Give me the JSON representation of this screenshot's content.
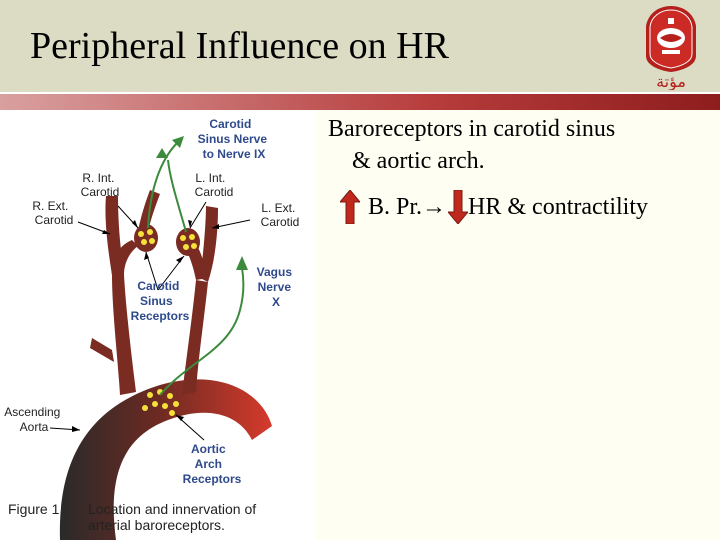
{
  "slide": {
    "title": "Peripheral Influence on HR",
    "logo_text": "مؤتة",
    "bullet1_line1": "Baroreceptors in carotid sinus",
    "bullet1_line2": "& aortic arch.",
    "bullet2_text1": "B. Pr.→",
    "bullet2_text2": "HR & contractility"
  },
  "figure": {
    "label_carotid_sinus_nerve": [
      "Carotid",
      "Sinus Nerve",
      "to Nerve IX"
    ],
    "label_r_int_carotid": [
      "R. Int.",
      "Carotid"
    ],
    "label_l_int_carotid": [
      "L. Int.",
      "Carotid"
    ],
    "label_r_ext_carotid": [
      "R. Ext.",
      "Carotid"
    ],
    "label_l_ext_carotid": [
      "L. Ext.",
      "Carotid"
    ],
    "label_carotid_sinus_receptors": [
      "Carotid",
      "Sinus",
      "Receptors"
    ],
    "label_vagus_nerve": [
      "Vagus",
      "Nerve",
      "X"
    ],
    "label_ascending_aorta": [
      "Ascending",
      "Aorta"
    ],
    "label_aortic_arch_receptors": [
      "Aortic",
      "Arch",
      "Receptors"
    ],
    "caption_prefix": "Figure 1.",
    "caption_line1": "Location and innervation of",
    "caption_line2": "arterial baroreceptors."
  },
  "colors": {
    "title_band": "#dcdcc4",
    "separator": "#b73c3c",
    "artery": "#7a2b22",
    "nerve": "#3c8a3c",
    "label_blue": "#2f4a8a",
    "arrow_red": "#c0281e"
  }
}
